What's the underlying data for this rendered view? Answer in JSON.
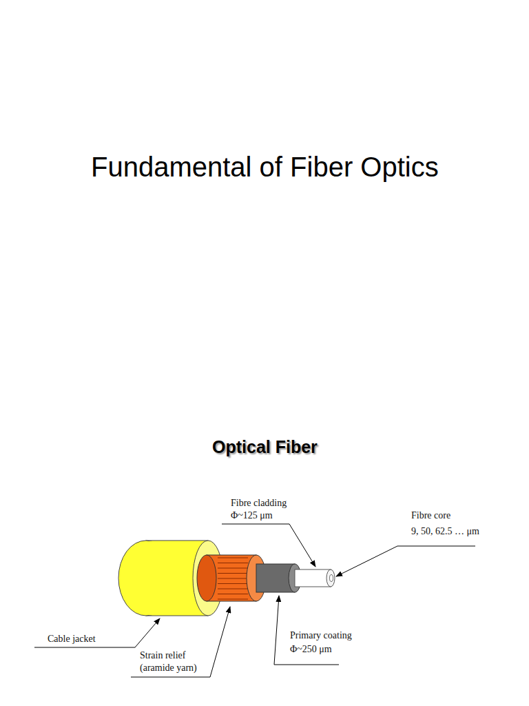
{
  "diagram": {
    "title": "Fundamental of Fiber Optics",
    "labels": [
      "Optical Fiber",
      "Fibre cladding",
      "Φ~125 μm",
      "Fibre core",
      "9, 50, 62.5 … μm",
      "Cable jacket",
      "Strain relief",
      "(aramide yarn)",
      "Primary coating",
      "Φ~250 μm"
    ]
  }
}
